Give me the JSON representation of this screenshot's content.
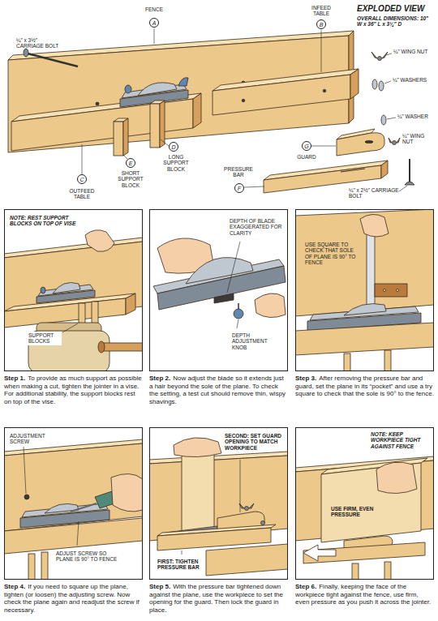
{
  "diagram": {
    "title": "EXPLODED VIEW",
    "nodes": [
      {
        "text": [
          "A"
        ]
      },
      {
        "text": [
          "B"
        ]
      },
      {
        "text": [
          "C"
        ]
      },
      {
        "text": [
          "D"
        ]
      },
      {
        "text": [
          "E"
        ]
      },
      {
        "text": [
          "F"
        ]
      },
      {
        "text": [
          "G"
        ]
      },
      {
        "text": [
          "NOTE: REST SUPPORT BLOCKS ON TOP OF VISE",
          "SUPPORT BLOCKS"
        ]
      },
      {
        "text": [
          "DEPTH OF BLADE EXAGGERATED FOR CLARITY",
          "DEPTH ADJUSTMENT KNOB"
        ]
      },
      {
        "text": [
          "USE SQUARE TO CHECK THAT SOLE OF PLANE IS 90° TO FENCE"
        ]
      },
      {
        "text": [
          "ADJUSTMENT SCREW",
          "ADJUST SCREW SO PLANE IS 90° TO FENCE"
        ]
      },
      {
        "text": [
          "SECOND: SET GUARD OPENING TO MATCH WORKPIECE",
          "FIRST: TIGHTEN PRESSURE BAR"
        ]
      },
      {
        "text": [
          "NOTE: KEEP WORKPIECE TIGHT AGAINST FENCE",
          "USE FIRM, EVEN PRESSURE"
        ]
      }
    ],
    "labels": [
      "¼\" x 3½\" CARRIAGE BOLT",
      "FENCE",
      "INFEED TABLE",
      "OVERALL DIMENSIONS: 10\" W x 36\" L x 3¼\" D",
      "¼\" WING NUT",
      "¼\" WASHERS",
      "¼\" WASHER",
      "¼\" WING NUT",
      "GUARD",
      "LONG SUPPORT BLOCK",
      "PRESSURE BAR",
      "SHORT SUPPORT BLOCK",
      "OUTFEED TABLE",
      "¼\" x 2½\" CARRIAGE BOLT",
      "Step 1.",
      "To provide as much support as possible when making a cut, tighten the jointer in a vise. For additional stability, the support blocks rest on top of the vise.",
      "Step 2.",
      "Now adjust the blade so it extends just a hair beyond the sole of the plane. To check the setting, a test cut should remove thin, wispy shavings.",
      "Step 3.",
      "After removing the pressure bar and guard, set the plane in its “pocket” and use a try square to check that the sole is 90° to the fence.",
      "Step 4.",
      "If you need to square up the plane, tighten (or loosen) the adjusting screw. Now check the plane again and readjust the screw if necessary.",
      "Step 5.",
      "With the pressure bar tightened down against the plane, use the workpiece to set the opening for the guard. Then lock the guard in place.",
      "Step 6.",
      "Finally, keeping the face of the workpiece tight against the fence, use firm, even pressure as you push it across the jointer."
    ]
  }
}
